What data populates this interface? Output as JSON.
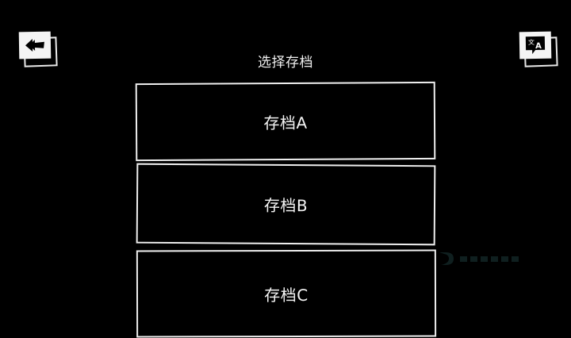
{
  "header": {
    "title": "选择存档",
    "back_button": {
      "icon": "back-arrow-icon"
    },
    "language_button": {
      "icon": "translate-icon"
    }
  },
  "save_slots": [
    {
      "label": "存档A"
    },
    {
      "label": "存档B"
    },
    {
      "label": "存档C"
    }
  ],
  "colors": {
    "background": "#000000",
    "foreground": "#f2f2f2",
    "watermark": "#1c3a3a"
  }
}
